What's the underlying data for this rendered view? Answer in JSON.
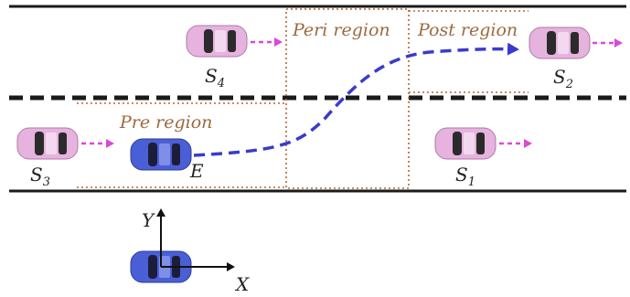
{
  "colors": {
    "road_line": "#1a1a1a",
    "region_border": "#b5652f",
    "region_text": "#9c6a3e",
    "trajectory": "#3a3ad0",
    "arrow_pink": "#d84ad8",
    "car_pink": "#e6b3de",
    "car_blue": "#4a5fd6",
    "car_dark": "#333333"
  },
  "regions": {
    "pre": "Pre region",
    "peri": "Peri region",
    "post": "Post region"
  },
  "vehicles": {
    "s1": {
      "base": "S",
      "sub": "1"
    },
    "s2": {
      "base": "S",
      "sub": "2"
    },
    "s3": {
      "base": "S",
      "sub": "3"
    },
    "s4": {
      "base": "S",
      "sub": "4"
    },
    "ego": "E"
  },
  "axes": {
    "y": "Y",
    "x": "X"
  },
  "icons": {
    "car": "car-icon",
    "arrow": "arrow-icon"
  }
}
